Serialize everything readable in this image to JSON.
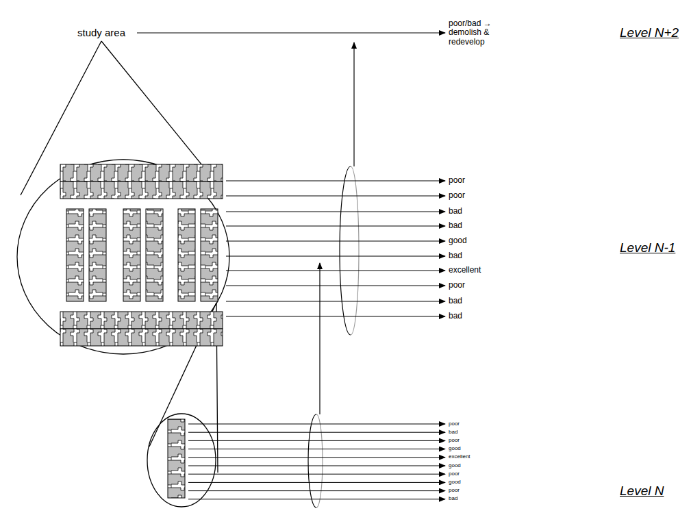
{
  "diagram": {
    "labels": [
      "study area",
      "poor/bad → demolish & redevelop",
      "Level N+2",
      "poor",
      "poor",
      "bad",
      "bad",
      "good",
      "bad",
      "excellent",
      "poor",
      "bad",
      "bad",
      "Level N-1",
      "poor",
      "bad",
      "poor",
      "good",
      "excellent",
      "good",
      "poor",
      "good",
      "poor",
      "bad",
      "Level N"
    ]
  }
}
